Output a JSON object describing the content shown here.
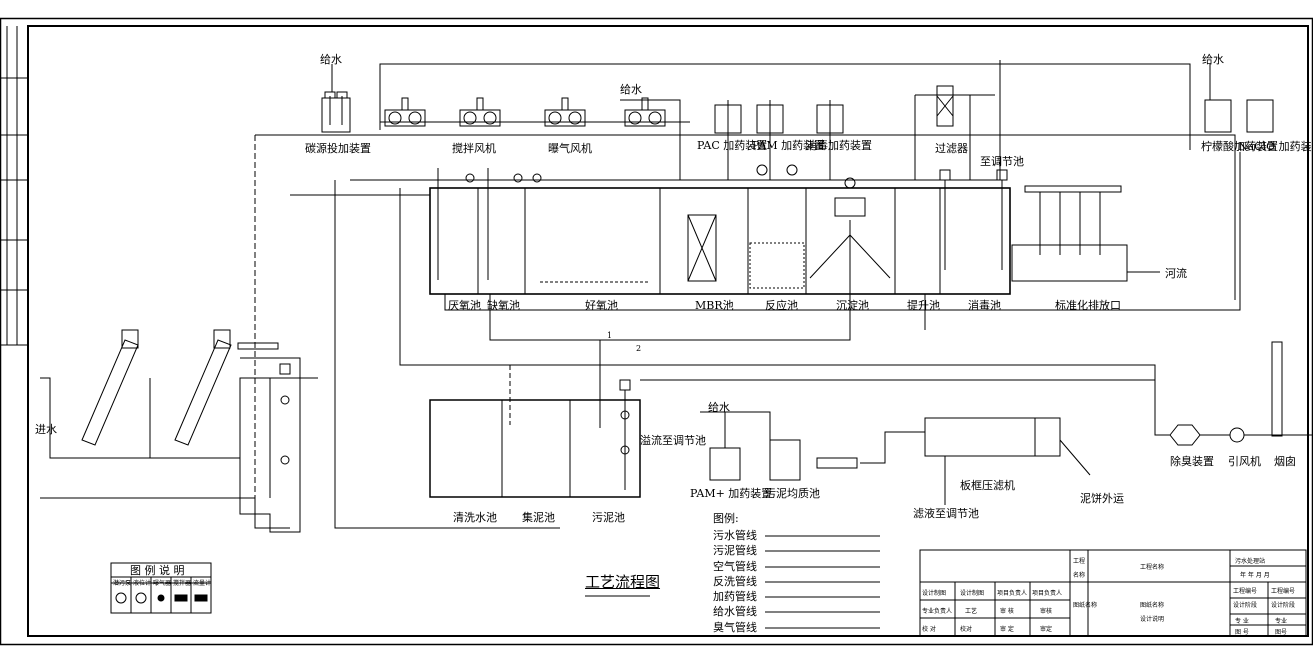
{
  "drawing_title": "工艺流程图",
  "equipment": {
    "carbon_dosing": "碳源投加装置",
    "mixer_blower": "搅拌风机",
    "aeration_blower": "曝气风机",
    "pac_dosing": "PAC 加药装置",
    "pam_dosing_top": "PAM 加药装置",
    "disinfect_dosing": "消毒加药装置",
    "filter": "过滤器",
    "to_adjust_top": "至调节池",
    "citric_dosing": "柠檬酸加药装置",
    "naclo_dosing": "NaClO 加药装置",
    "water_supply_1": "给水",
    "water_supply_2": "给水",
    "water_supply_3": "给水",
    "water_supply_4": "给水",
    "inlet": "进水",
    "river": "河流",
    "deodorizer": "除臭装置",
    "exhaust_fan": "引风机",
    "chimney": "烟囱",
    "pam_dosing_bottom": "PAM+ 加药装置",
    "sludge_homog": "污泥均质池",
    "plate_press": "板框压滤机",
    "filtrate_to_adjust": "滤液至调节池",
    "cake_out": "泥饼外运",
    "overflow_to_adjust": "溢流至调节池"
  },
  "tanks": {
    "anaerobic": "厌氧池",
    "anoxic": "缺氧池",
    "aerobic": "好氧池",
    "mbr": "MBR池",
    "reaction": "反应池",
    "settling": "沉淀池",
    "lift": "提升池",
    "disinfection": "消毒池",
    "outfall": "标准化排放口",
    "clean_water": "清洗水池",
    "sludge_collect": "集泥池",
    "sludge_tank": "污泥池"
  },
  "legend": {
    "heading": "图例:",
    "items": [
      "污水管线",
      "污泥管线",
      "空气管线",
      "反洗管线",
      "加药管线",
      "给水管线",
      "臭气管线"
    ]
  },
  "symbol_legend": {
    "heading": "图 例 说 明",
    "items": [
      "潜污泵",
      "液位计",
      "曝气器",
      "搅拌器",
      "流量计"
    ]
  },
  "title_block": {
    "project": "工程名称",
    "station": "污水处理站",
    "date": "年  年  月  月",
    "drawing_name": "图纸名称",
    "drawing_content": "设计说明",
    "col": "工程",
    "name": "名称",
    "fig": "图纸名称",
    "rows": [
      [
        "设计制图",
        "设计制图",
        "项目负责人",
        "项目负责人"
      ],
      [
        "专业负责人",
        "工艺",
        "审  核",
        "审核"
      ],
      [
        "校  对",
        "校对",
        "审  定",
        "审定"
      ]
    ],
    "right_rows": [
      [
        "工程编号",
        "工程编号"
      ],
      [
        "设计阶段",
        "设计阶段"
      ],
      [
        "专  业",
        "专业"
      ],
      [
        "图  号",
        "图号"
      ]
    ]
  },
  "misc": {
    "num1": "1",
    "num2": "2"
  }
}
